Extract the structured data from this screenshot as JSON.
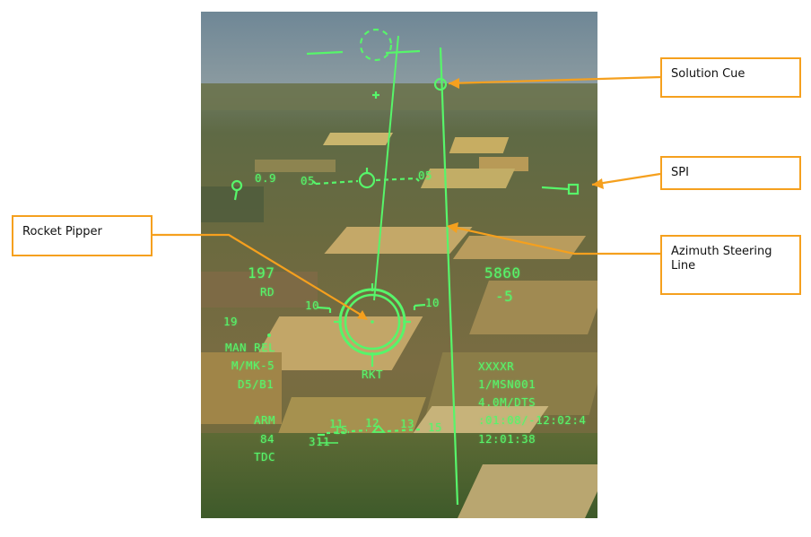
{
  "hud": {
    "top_value": "0.9",
    "pitch_left": "05",
    "pitch_right": "05",
    "airspeed": "197",
    "airspeed_label": "RD",
    "left_num": "19",
    "release_mode": "MAN REL",
    "weapon": "M/MK-5",
    "profile": "D5/B1",
    "arm_status": "ARM",
    "count": "84",
    "sensor": "TDC",
    "altitude": "5860",
    "vvi": "-5",
    "pipper_left_tick": "10",
    "pipper_right_tick": "10",
    "weapon_label": "RKT",
    "waypoint_id": "XXXXR",
    "mission": "1/MSN001",
    "distance": "4.0M/DTS",
    "time_to_go": ":01:08/-12:02:4",
    "clock": "12:01:38",
    "heading_tape": {
      "t15l": "15",
      "t11": "11",
      "t12": "12",
      "t13": "13",
      "t15r": "15"
    },
    "heading_readout": "311"
  },
  "callouts": {
    "solution_cue": "Solution Cue",
    "spi": "SPI",
    "rocket_pipper": "Rocket Pipper",
    "azimuth_steering_line": "Azimuth Steering Line"
  },
  "colors": {
    "hud_green": "#57f56a",
    "callout_orange": "#f5a01e"
  }
}
